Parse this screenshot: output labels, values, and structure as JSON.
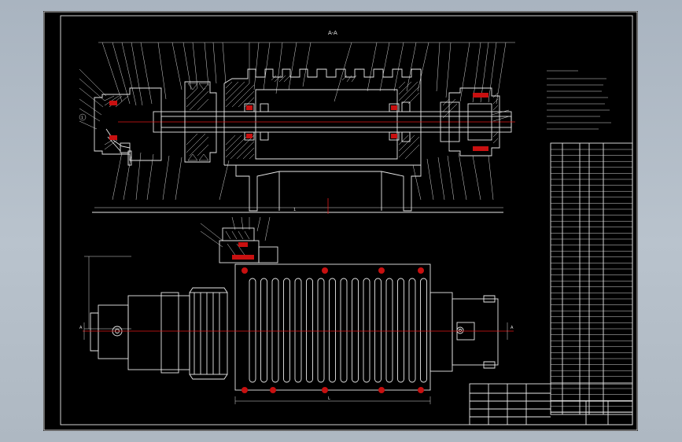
{
  "drawing": {
    "section_label": "A-A",
    "dim_overall_top": "1",
    "dim_overall_bottom": "L",
    "balloon_label": "1",
    "view_label_left": "A",
    "view_label_right": "A"
  },
  "colors": {
    "background": "#b0bac4",
    "sheet": "#000000",
    "line": "#e8e8e8",
    "centerline": "#e01818"
  }
}
